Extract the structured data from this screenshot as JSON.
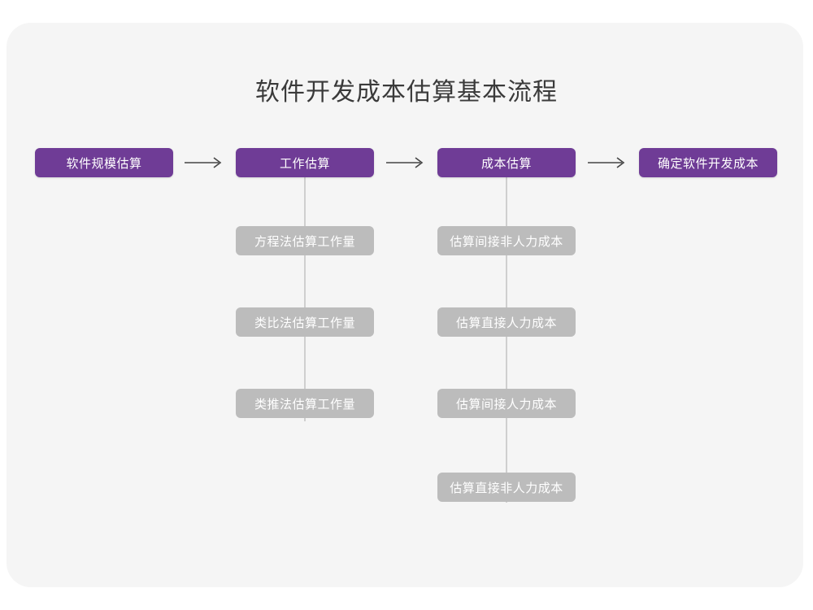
{
  "page": {
    "background_color": "#ffffff",
    "card_color": "#f5f5f5"
  },
  "diagram": {
    "title": "软件开发成本估算基本流程",
    "type": "flowchart",
    "colors": {
      "primary_node": "#6f3c96",
      "secondary_node": "#bcbcbc",
      "node_text": "#ffffff",
      "title_text": "#3a3a3a",
      "arrow": "#444444",
      "connector_line": "#cfcfcf"
    },
    "main_flow": [
      {
        "label": "软件规模估算"
      },
      {
        "label": "工作估算"
      },
      {
        "label": "成本估算"
      },
      {
        "label": "确定软件开发成本"
      }
    ],
    "arrows": [
      {
        "glyph": "long-right-arrow"
      },
      {
        "glyph": "long-right-arrow"
      },
      {
        "glyph": "long-right-arrow"
      }
    ],
    "branches": [
      {
        "parent": "工作估算",
        "items": [
          {
            "label": "方程法估算工作量"
          },
          {
            "label": "类比法估算工作量"
          },
          {
            "label": "类推法估算工作量"
          }
        ]
      },
      {
        "parent": "成本估算",
        "items": [
          {
            "label": "估算间接非人力成本"
          },
          {
            "label": "估算直接人力成本"
          },
          {
            "label": "估算间接人力成本"
          },
          {
            "label": "估算直接非人力成本"
          }
        ]
      }
    ]
  }
}
